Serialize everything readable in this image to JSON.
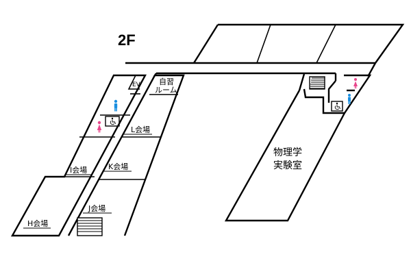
{
  "floor_label": "2F",
  "rooms": {
    "ev": "EV",
    "study_room_line1": "自習",
    "study_room_line2": "ルーム",
    "venue_l": "L会場",
    "venue_k": "K会場",
    "venue_i": "I会場",
    "venue_j": "J会場",
    "venue_h": "H会場",
    "physics_lab_line1": "物理学",
    "physics_lab_line2": "実験室"
  },
  "icons": {
    "men": "mens-restroom-icon",
    "women": "womens-restroom-icon",
    "accessible": "accessible-restroom-icon",
    "stairs": "stairs-icon"
  },
  "colors": {
    "men": "#1a8fe0",
    "women": "#e8478c",
    "wall": "#000000"
  }
}
